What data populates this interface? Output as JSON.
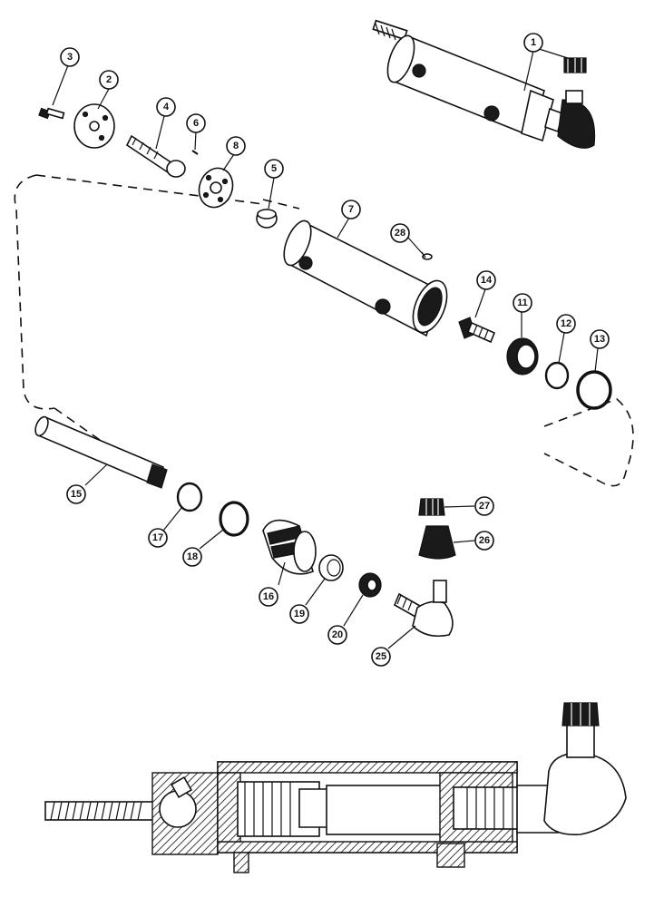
{
  "callouts": {
    "c1": "1",
    "c2": "2",
    "c3": "3",
    "c4": "4",
    "c5": "5",
    "c6": "6",
    "c7": "7",
    "c8": "8",
    "c11": "11",
    "c12": "12",
    "c13": "13",
    "c14": "14",
    "c15": "15",
    "c16": "16",
    "c17": "17",
    "c18": "18",
    "c19": "19",
    "c20": "20",
    "c25": "25",
    "c26": "26",
    "c27": "27",
    "c28": "28"
  }
}
